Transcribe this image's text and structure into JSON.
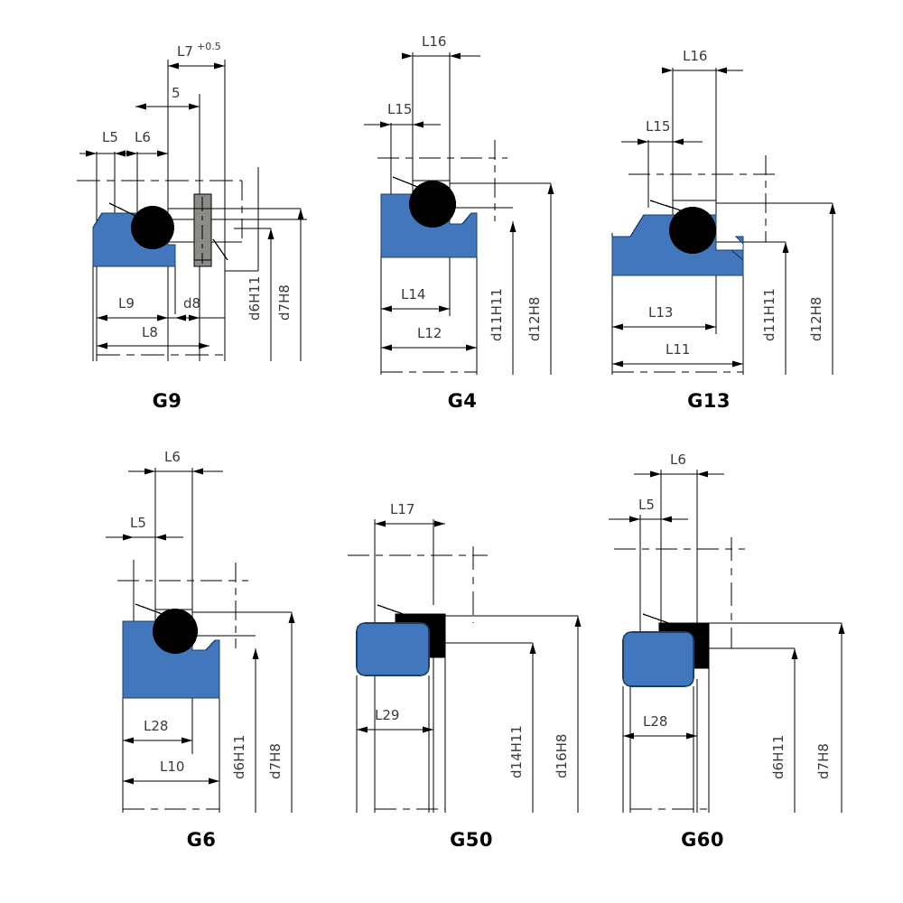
{
  "sheet": {
    "title": "Seal profile cross-section dimension drawings",
    "background_color": "#ffffff",
    "columns": 3,
    "rows": 2
  },
  "colors": {
    "seal_blue": "#4277be",
    "seal_blue_stroke": "#1b3f66",
    "energizer_black": "#000000",
    "metal_gray": "#8b8b87",
    "line": "#000000",
    "dim_text": "#3a3a3a",
    "caption": "#000000"
  },
  "diagrams": [
    {
      "id": "g9",
      "caption": "G9",
      "row": 1,
      "col": 1,
      "has_metal_block": true,
      "has_oring": true,
      "horizontal_dims": [
        {
          "key": "l7",
          "label": "L7",
          "superscript": "+0.5"
        },
        {
          "key": "five",
          "label": "5",
          "superscript": ""
        },
        {
          "key": "l5",
          "label": "L5",
          "superscript": ""
        },
        {
          "key": "l6",
          "label": "L6",
          "superscript": ""
        },
        {
          "key": "l9",
          "label": "L9",
          "superscript": ""
        },
        {
          "key": "d8",
          "label": "d8",
          "superscript": ""
        },
        {
          "key": "l8",
          "label": "L8",
          "superscript": ""
        }
      ],
      "vertical_dims": [
        {
          "key": "d6h11",
          "label": "d6H11"
        },
        {
          "key": "d7h8",
          "label": "d7H8"
        }
      ]
    },
    {
      "id": "g4",
      "caption": "G4",
      "row": 1,
      "col": 2,
      "has_metal_block": false,
      "has_oring": true,
      "horizontal_dims": [
        {
          "key": "l16",
          "label": "L16",
          "superscript": ""
        },
        {
          "key": "l15",
          "label": "L15",
          "superscript": ""
        },
        {
          "key": "l14",
          "label": "L14",
          "superscript": ""
        },
        {
          "key": "l12",
          "label": "L12",
          "superscript": ""
        }
      ],
      "vertical_dims": [
        {
          "key": "d11h11",
          "label": "d11H11"
        },
        {
          "key": "d12h8",
          "label": "d12H8"
        }
      ]
    },
    {
      "id": "g13",
      "caption": "G13",
      "row": 1,
      "col": 3,
      "has_metal_block": false,
      "has_oring": true,
      "horizontal_dims": [
        {
          "key": "l16",
          "label": "L16",
          "superscript": ""
        },
        {
          "key": "l15",
          "label": "L15",
          "superscript": ""
        },
        {
          "key": "l13",
          "label": "L13",
          "superscript": ""
        },
        {
          "key": "l11",
          "label": "L11",
          "superscript": ""
        }
      ],
      "vertical_dims": [
        {
          "key": "d11h11",
          "label": "d11H11"
        },
        {
          "key": "d12h8",
          "label": "d12H8"
        }
      ]
    },
    {
      "id": "g6",
      "caption": "G6",
      "row": 2,
      "col": 1,
      "has_metal_block": false,
      "has_oring": true,
      "horizontal_dims": [
        {
          "key": "l6",
          "label": "L6",
          "superscript": ""
        },
        {
          "key": "l5",
          "label": "L5",
          "superscript": ""
        },
        {
          "key": "l28",
          "label": "L28",
          "superscript": ""
        },
        {
          "key": "l10",
          "label": "L10",
          "superscript": ""
        }
      ],
      "vertical_dims": [
        {
          "key": "d6h11",
          "label": "d6H11"
        },
        {
          "key": "d7h8",
          "label": "d7H8"
        }
      ]
    },
    {
      "id": "g50",
      "caption": "G50",
      "row": 2,
      "col": 2,
      "has_metal_block": false,
      "has_oring": false,
      "horizontal_dims": [
        {
          "key": "l17",
          "label": "L17",
          "superscript": ""
        },
        {
          "key": "l29",
          "label": "L29",
          "superscript": ""
        }
      ],
      "vertical_dims": [
        {
          "key": "d14h11",
          "label": "d14H11"
        },
        {
          "key": "d16h8",
          "label": "d16H8"
        }
      ]
    },
    {
      "id": "g60",
      "caption": "G60",
      "row": 2,
      "col": 3,
      "has_metal_block": false,
      "has_oring": false,
      "horizontal_dims": [
        {
          "key": "l6",
          "label": "L6",
          "superscript": ""
        },
        {
          "key": "l5",
          "label": "L5",
          "superscript": ""
        },
        {
          "key": "l28",
          "label": "L28",
          "superscript": ""
        }
      ],
      "vertical_dims": [
        {
          "key": "d6h11",
          "label": "d6H11"
        },
        {
          "key": "d7h8",
          "label": "d7H8"
        }
      ]
    }
  ],
  "labels": {
    "g9": {
      "l7": "L7",
      "l7sup": "+0.5",
      "five": "5",
      "l5": "L5",
      "l6": "L6",
      "l9": "L9",
      "d8": "d8",
      "l8": "L8",
      "d6h11": "d6H11",
      "d7h8": "d7H8",
      "caption": "G9"
    },
    "g4": {
      "l16": "L16",
      "l15": "L15",
      "l14": "L14",
      "l12": "L12",
      "d11h11": "d11H11",
      "d12h8": "d12H8",
      "caption": "G4"
    },
    "g13": {
      "l16": "L16",
      "l15": "L15",
      "l13": "L13",
      "l11": "L11",
      "d11h11": "d11H11",
      "d12h8": "d12H8",
      "caption": "G13"
    },
    "g6": {
      "l6": "L6",
      "l5": "L5",
      "l28": "L28",
      "l10": "L10",
      "d6h11": "d6H11",
      "d7h8": "d7H8",
      "caption": "G6"
    },
    "g50": {
      "l17": "L17",
      "l29": "L29",
      "d14h11": "d14H11",
      "d16h8": "d16H8",
      "caption": "G50"
    },
    "g60": {
      "l6": "L6",
      "l5": "L5",
      "l28": "L28",
      "d6h11": "d6H11",
      "d7h8": "d7H8",
      "caption": "G60"
    }
  }
}
